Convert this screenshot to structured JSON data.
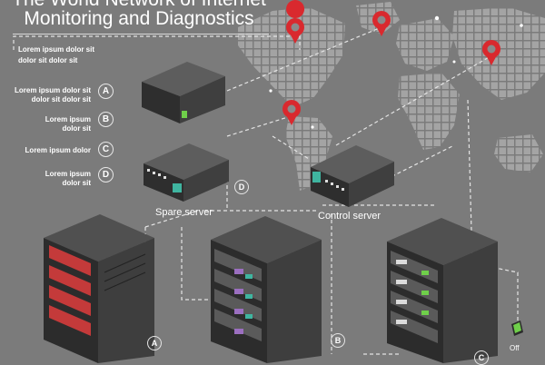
{
  "header": {
    "title_line1": "The World Network of Internet",
    "title_line2": "Monitoring and Diagnostics"
  },
  "intro": {
    "line1": "Lorem ipsum dolor sit",
    "line2": "dolor sit  dolor sit"
  },
  "legend": [
    {
      "letter": "A",
      "line1": "Lorem ipsum dolor sit",
      "line2": "dolor sit dolor sit"
    },
    {
      "letter": "B",
      "line1": "Lorem ipsum",
      "line2": "dolor sit"
    },
    {
      "letter": "C",
      "line1": "Lorem ipsum dolor",
      "line2": ""
    },
    {
      "letter": "D",
      "line1": "Lorem ipsum",
      "line2": "dolor sit"
    }
  ],
  "servers": {
    "spare_label": "Spare server",
    "control_label": "Control server"
  },
  "tags": {
    "a": "A",
    "b": "B",
    "c": "C",
    "d": "D"
  },
  "switch": {
    "off_label": "Off"
  },
  "colors": {
    "background": "#7b7b7b",
    "map_dots": "#a4a4a4",
    "pin": "#d9292e",
    "rack_dark": "#3a3a3a",
    "led_red": "#c43a3a",
    "led_purple": "#9b6fc0",
    "led_teal": "#3fb5a0",
    "led_green": "#6fcf4a"
  },
  "icons": [
    "location-pin-icon",
    "server-rack-icon",
    "network-switch-icon",
    "toggle-switch-icon"
  ]
}
